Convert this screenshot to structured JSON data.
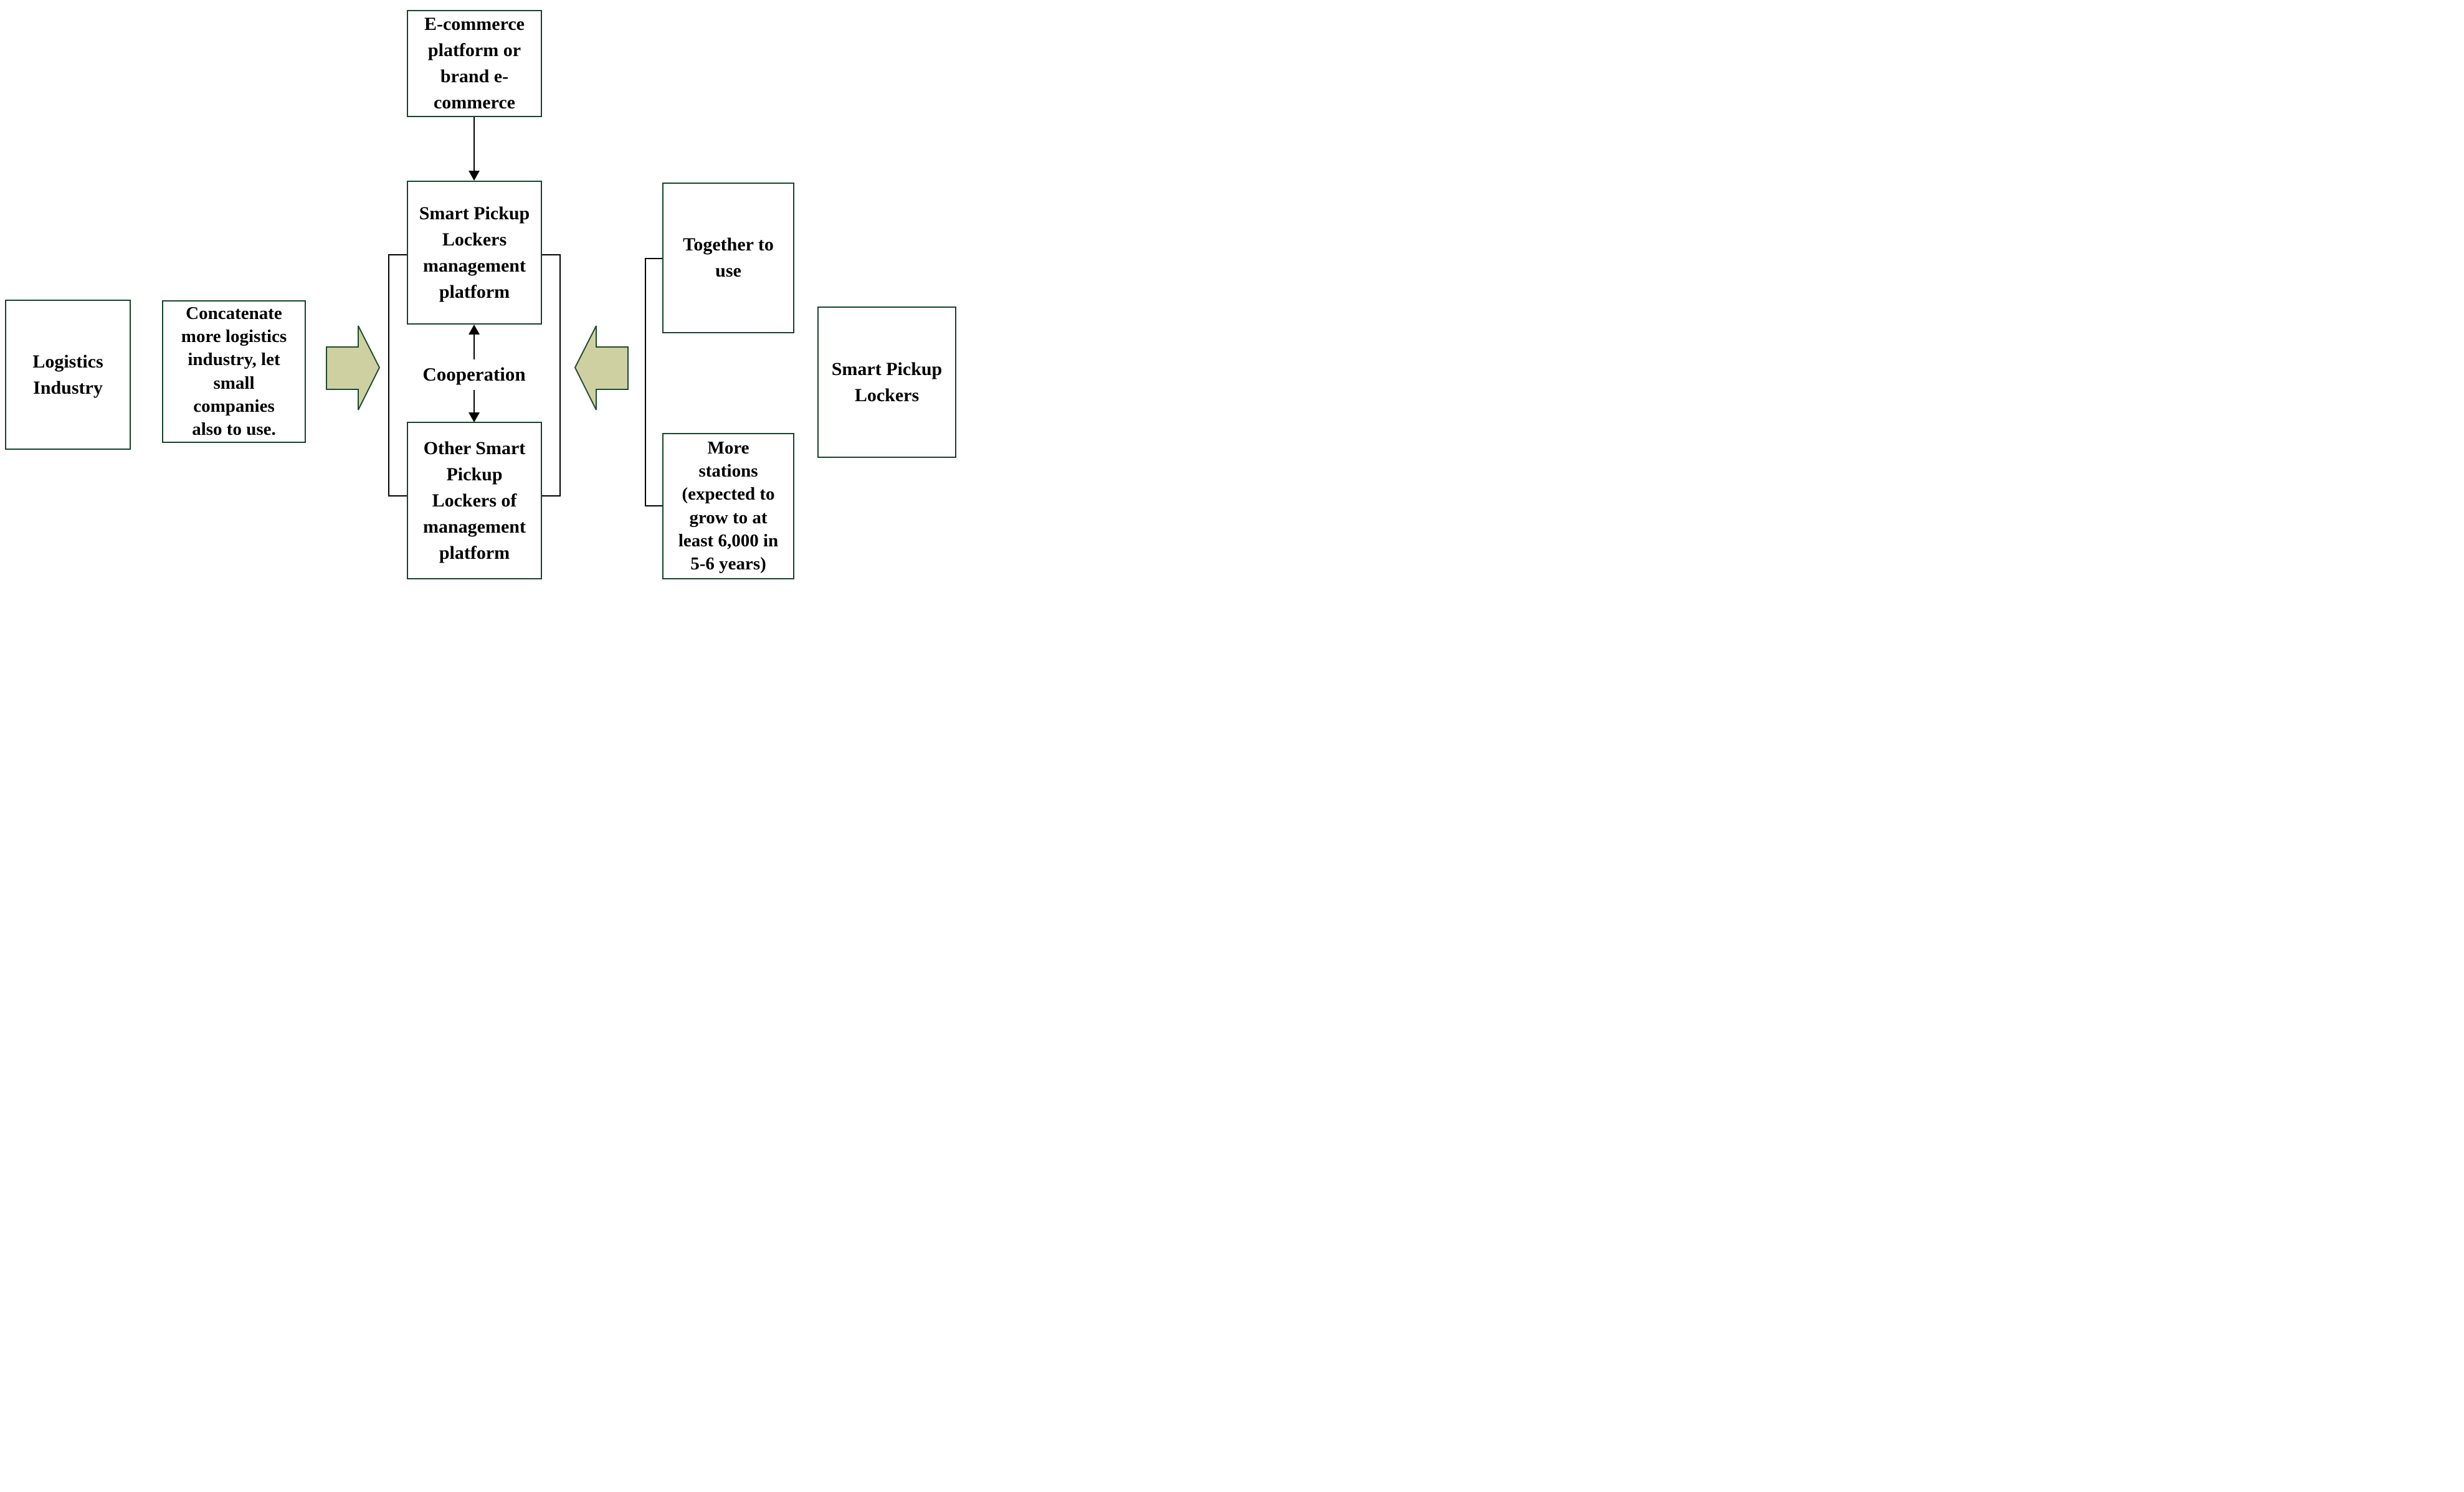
{
  "diagram": {
    "boxes": {
      "ecommerce": {
        "label": "E-commerce\nplatform or\nbrand e-\ncommerce"
      },
      "platform": {
        "label": "Smart Pickup\nLockers\nmanagement\nplatform"
      },
      "other_platform": {
        "label": "Other Smart\nPickup\nLockers of\nmanagement\nplatform"
      },
      "logistics": {
        "label": "Logistics\nIndustry"
      },
      "concatenate": {
        "label": "Concatenate\nmore logistics\nindustry, let\nsmall\ncompanies\nalso to use."
      },
      "together": {
        "label": "Together to\nuse"
      },
      "stations": {
        "label": "More\nstations\n(expected to\ngrow to at\nleast 6,000 in\n5-6 years)"
      },
      "lockers": {
        "label": "Smart Pickup\nLockers"
      }
    },
    "labels": {
      "cooperation": "Cooperation"
    },
    "colors": {
      "box_border": "#17432a",
      "olive_fill": "#cfd0a2",
      "olive_border": "#1d4a2b",
      "connector": "#000000",
      "text": "#000000",
      "background": "#ffffff"
    }
  }
}
